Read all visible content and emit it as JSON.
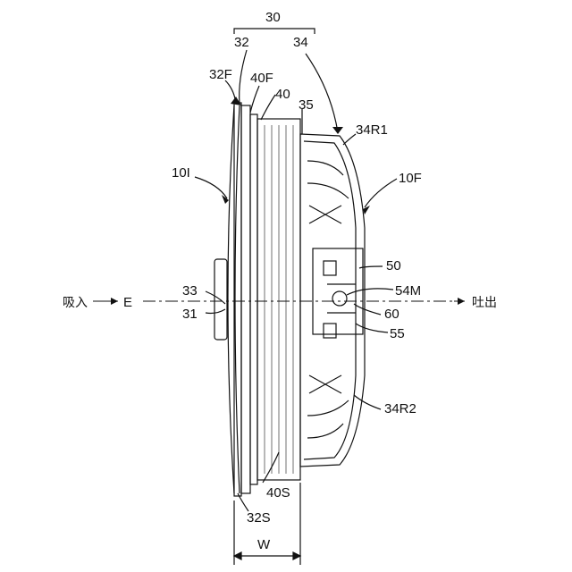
{
  "labels": {
    "assembly": "30",
    "frame": "32",
    "housing": "34",
    "frame_front": "32F",
    "flange_front": "40F",
    "motor": "40",
    "housing_edge": "35",
    "rib_upper": "34R1",
    "fan_inlet_side": "10I",
    "fan_front": "10F",
    "part_50": "50",
    "hub": "33",
    "motor_part": "54M",
    "shaft": "31",
    "part_60": "60",
    "part_55": "55",
    "rib_lower": "34R2",
    "motor_side": "40S",
    "frame_side": "32S",
    "width": "W",
    "axis": "E",
    "intake": "吸入",
    "discharge": "吐出"
  }
}
